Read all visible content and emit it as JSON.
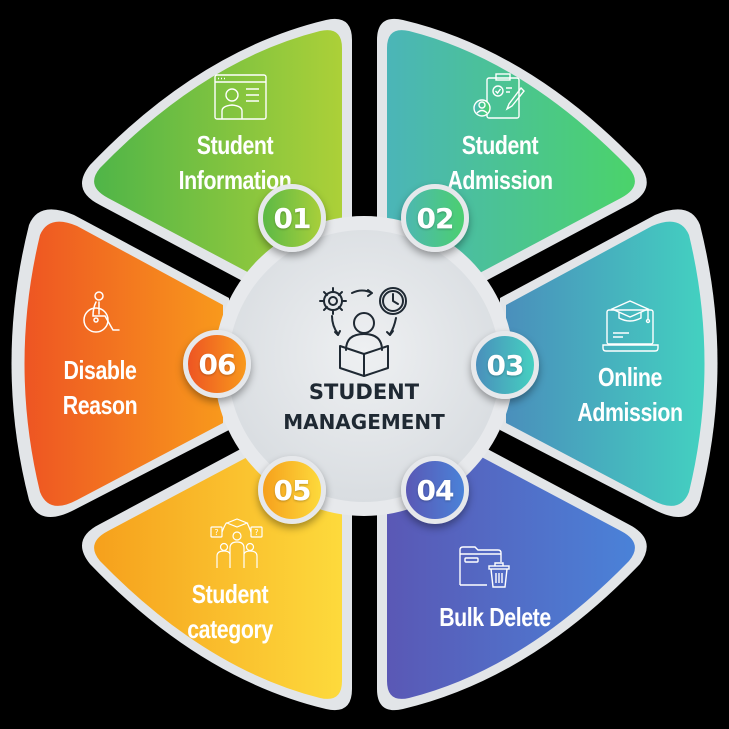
{
  "diagram": {
    "center": {
      "title_line1": "STUDENT",
      "title_line2": "MANAGEMENT",
      "icon": "student-gear-clock-book-icon"
    },
    "segments": [
      {
        "number": "01",
        "line1": "Student",
        "line2": "Information",
        "icon": "student-profile-window-icon",
        "color_start": "#5cb946",
        "color_end": "#a8cf3a"
      },
      {
        "number": "02",
        "line1": "Student",
        "line2": "Admission",
        "icon": "clipboard-check-pen-user-icon",
        "color_start": "#4db8b0",
        "color_end": "#4ccf70"
      },
      {
        "number": "03",
        "line1": "Online",
        "line2": "Admission",
        "icon": "laptop-graduation-cap-icon",
        "color_start": "#4a9dbd",
        "color_end": "#45d0c0"
      },
      {
        "number": "04",
        "line1": "Bulk Delete",
        "line2": "",
        "icon": "folder-trash-icon",
        "color_start": "#5a5bb8",
        "color_end": "#4a7fd6"
      },
      {
        "number": "05",
        "line1": "Student",
        "line2": "category",
        "icon": "group-questions-graduation-icon",
        "color_start": "#f7a21c",
        "color_end": "#fcd63a"
      },
      {
        "number": "06",
        "line1": "Disable",
        "line2": "Reason",
        "icon": "wheelchair-person-icon",
        "color_start": "#ef5a23",
        "color_end": "#f7941d"
      }
    ]
  }
}
